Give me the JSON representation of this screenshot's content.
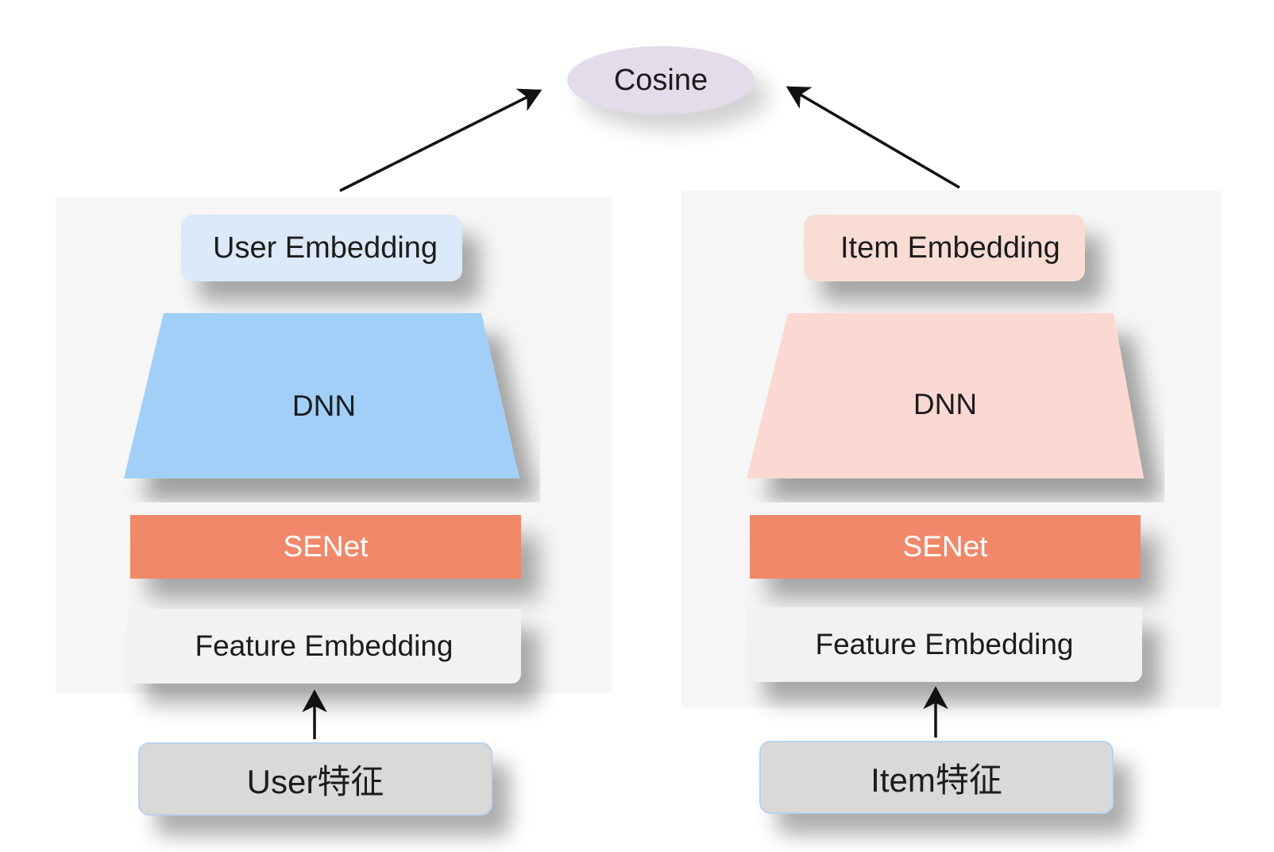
{
  "top": {
    "cosine_label": "Cosine",
    "cosine_color": "#e4dbeb"
  },
  "user_tower": {
    "embedding_label": "User Embedding",
    "embedding_color": "#dbe9f8",
    "dnn_label": "DNN",
    "dnn_color": "#a1cff8",
    "senet_label": "SENet",
    "feature_label": "Feature Embedding",
    "input_label": "User特征"
  },
  "item_tower": {
    "embedding_label": "Item Embedding",
    "embedding_color": "#f9ddd4",
    "dnn_label": "DNN",
    "dnn_color": "#fbd9d2",
    "senet_label": "SENet",
    "feature_label": "Feature Embedding",
    "input_label": "Item特征"
  },
  "colors": {
    "senet": "#f18869",
    "panel": "#f6f6f6",
    "input_bg": "#d9d9d9"
  }
}
